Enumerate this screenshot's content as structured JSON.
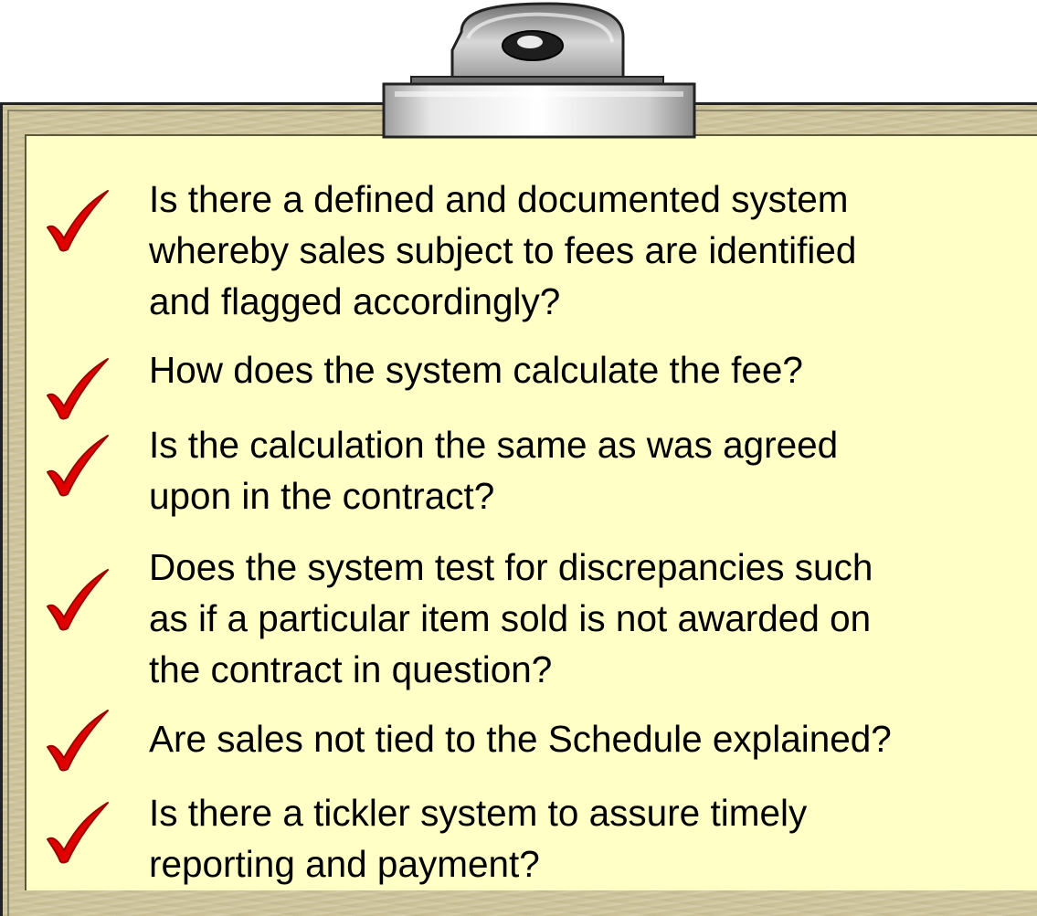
{
  "colors": {
    "board": "#cfc49a",
    "paper": "#ffffc6",
    "check": "#e00000",
    "text": "#000000",
    "clip": "#c8c8c8"
  },
  "icons": {
    "clip": "binder-clip-icon",
    "check": "red-checkmark-icon"
  },
  "checklist": {
    "items": [
      {
        "text": "Is there a defined and documented system\nwhereby sales subject to fees are identified\nand flagged accordingly?",
        "checked": true
      },
      {
        "text": "How does the system calculate the fee?",
        "checked": true
      },
      {
        "text": "Is the calculation the same as was agreed\nupon in the contract?",
        "checked": true
      },
      {
        "text": "Does the system test for discrepancies such\nas if a particular item sold is not awarded on\nthe contract in question?",
        "checked": true
      },
      {
        "text": "Are sales not tied to the Schedule explained?",
        "checked": true
      },
      {
        "text": "Is there a tickler system to assure timely\nreporting and payment?",
        "checked": true
      }
    ]
  }
}
